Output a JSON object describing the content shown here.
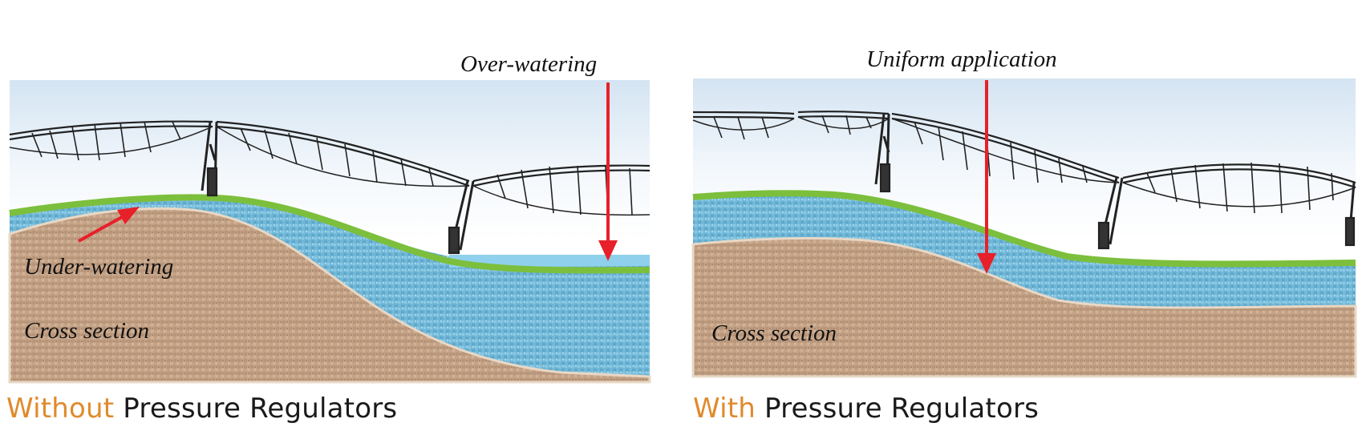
{
  "panels": [
    {
      "caption_accent": "Without",
      "caption_rest": " Pressure Regulators",
      "annotations": {
        "top": "Over-watering",
        "side": "Under-watering",
        "cross_section": "Cross section"
      }
    },
    {
      "caption_accent": "With",
      "caption_rest": " Pressure Regulators",
      "annotations": {
        "top": "Uniform application",
        "cross_section": "Cross section"
      }
    }
  ],
  "colors": {
    "accent": "#e08a2c",
    "arrow": "#e8202a",
    "grass": "#7cbf3c",
    "water": "#6fb6d6",
    "soil": "#c4a184",
    "sky_top": "#dde9f4",
    "frame": "#222222"
  }
}
